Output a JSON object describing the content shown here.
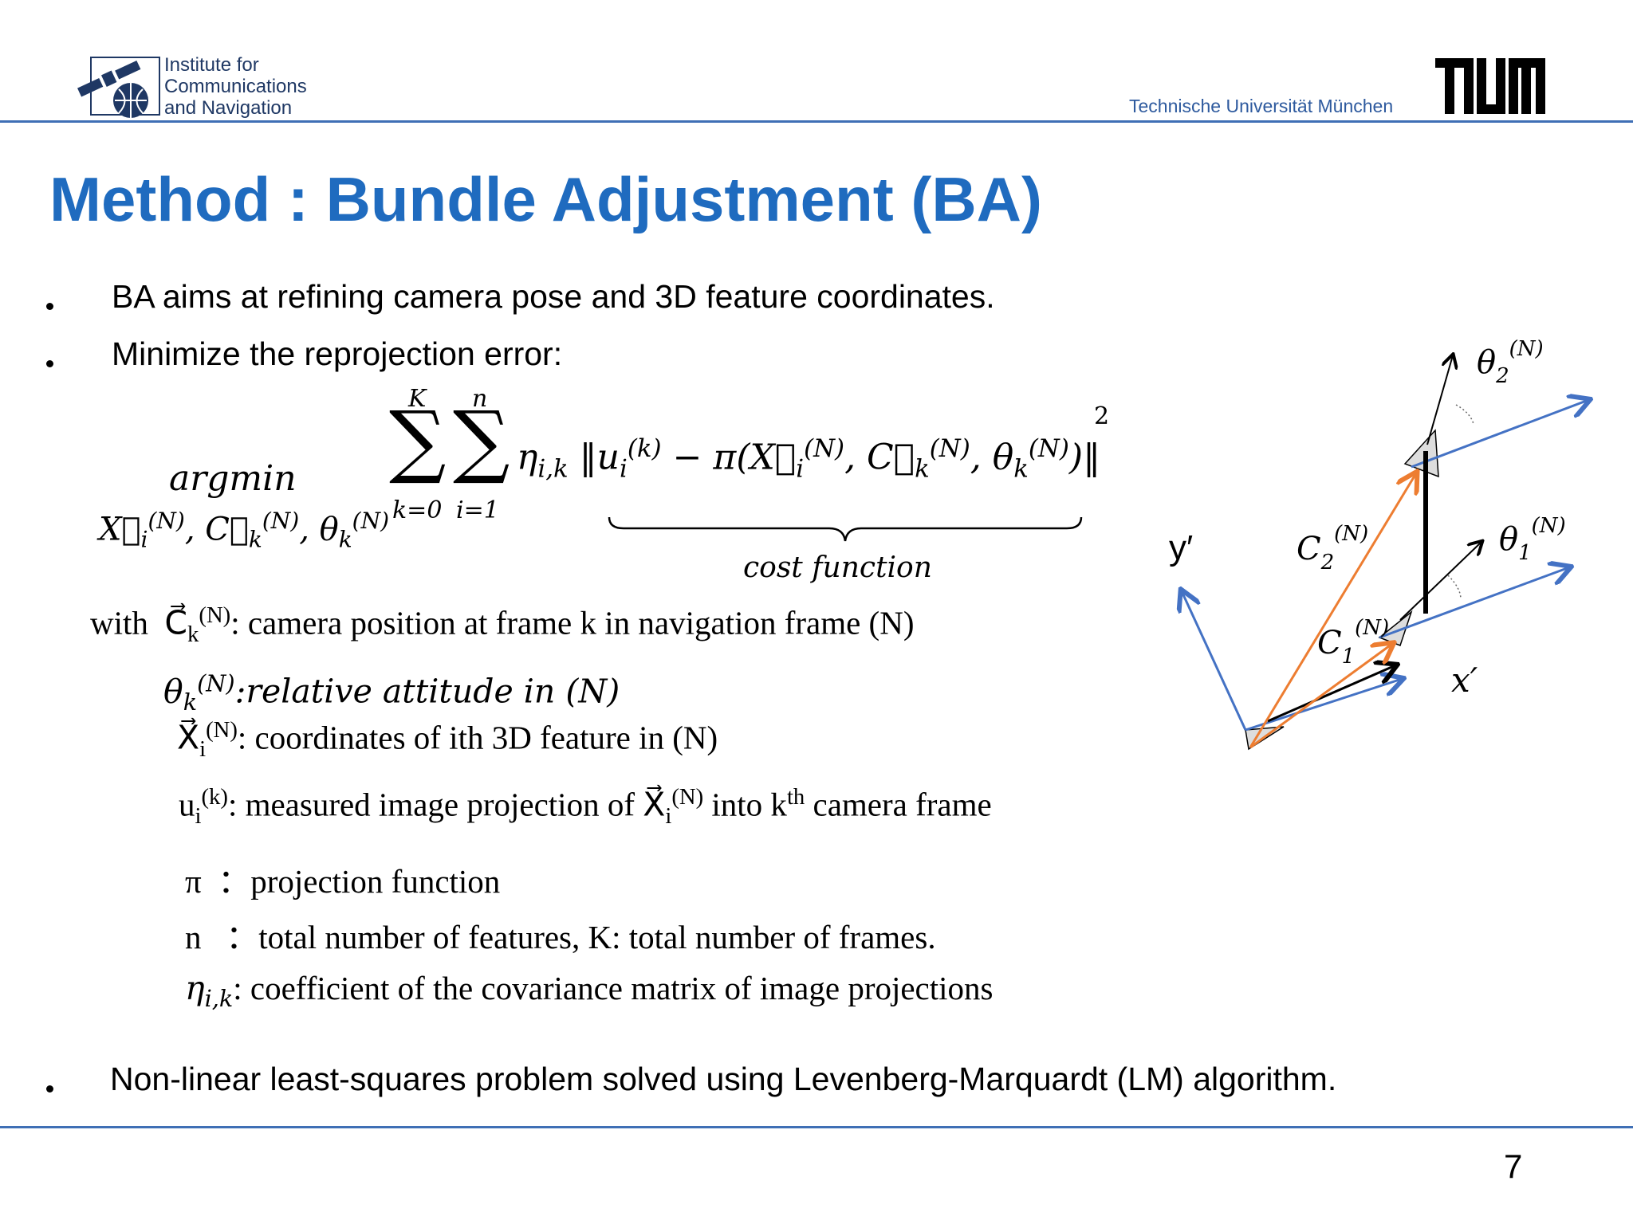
{
  "header": {
    "institute_line1": "Institute for",
    "institute_line2": "Communications",
    "institute_line3": "and Navigation",
    "university": "Technische Universität München",
    "logo_text": "TUM",
    "accent_color": "#3f6fb5"
  },
  "slide": {
    "title": "Method : Bundle Adjustment (BA)",
    "title_color": "#1f6bbf",
    "bullet1": "BA aims at refining camera pose and 3D feature coordinates.",
    "bullet2": "Minimize the reprojection error:",
    "bullet3": "Non-linear least-squares problem solved using Levenberg-Marquardt (LM) algorithm.",
    "page_number": "7"
  },
  "equation": {
    "argmin": "argmin",
    "sum_upper_1": "K",
    "sum_upper_2": "n",
    "sum_lower_1": "k=0",
    "sum_lower_2": "i=1",
    "power": "2",
    "underbrace_label": "cost function"
  },
  "definitions": {
    "with": "with",
    "c_desc": ": camera position at frame k in navigation frame (N)",
    "theta_desc": ":relative attitude in (N)",
    "x_desc": ":  coordinates of ith 3D feature in (N)",
    "u_desc_a": ": measured image projection of",
    "u_desc_b": "into k",
    "u_desc_c": "th",
    "u_desc_d": "camera frame",
    "pi_sym": "π",
    "pi_desc": "：projection function",
    "n_sym": "n",
    "n_desc": "：total number of features,   K: total number of frames.",
    "eta_desc": ": coefficient of the covariance matrix of image projections"
  },
  "diagram": {
    "label_y": "y′",
    "label_x": "x′",
    "label_c2": "C",
    "label_c1": "C",
    "label_theta2": "θ",
    "label_theta1": "θ",
    "blue": "#4472c4",
    "orange": "#ed7d31"
  }
}
